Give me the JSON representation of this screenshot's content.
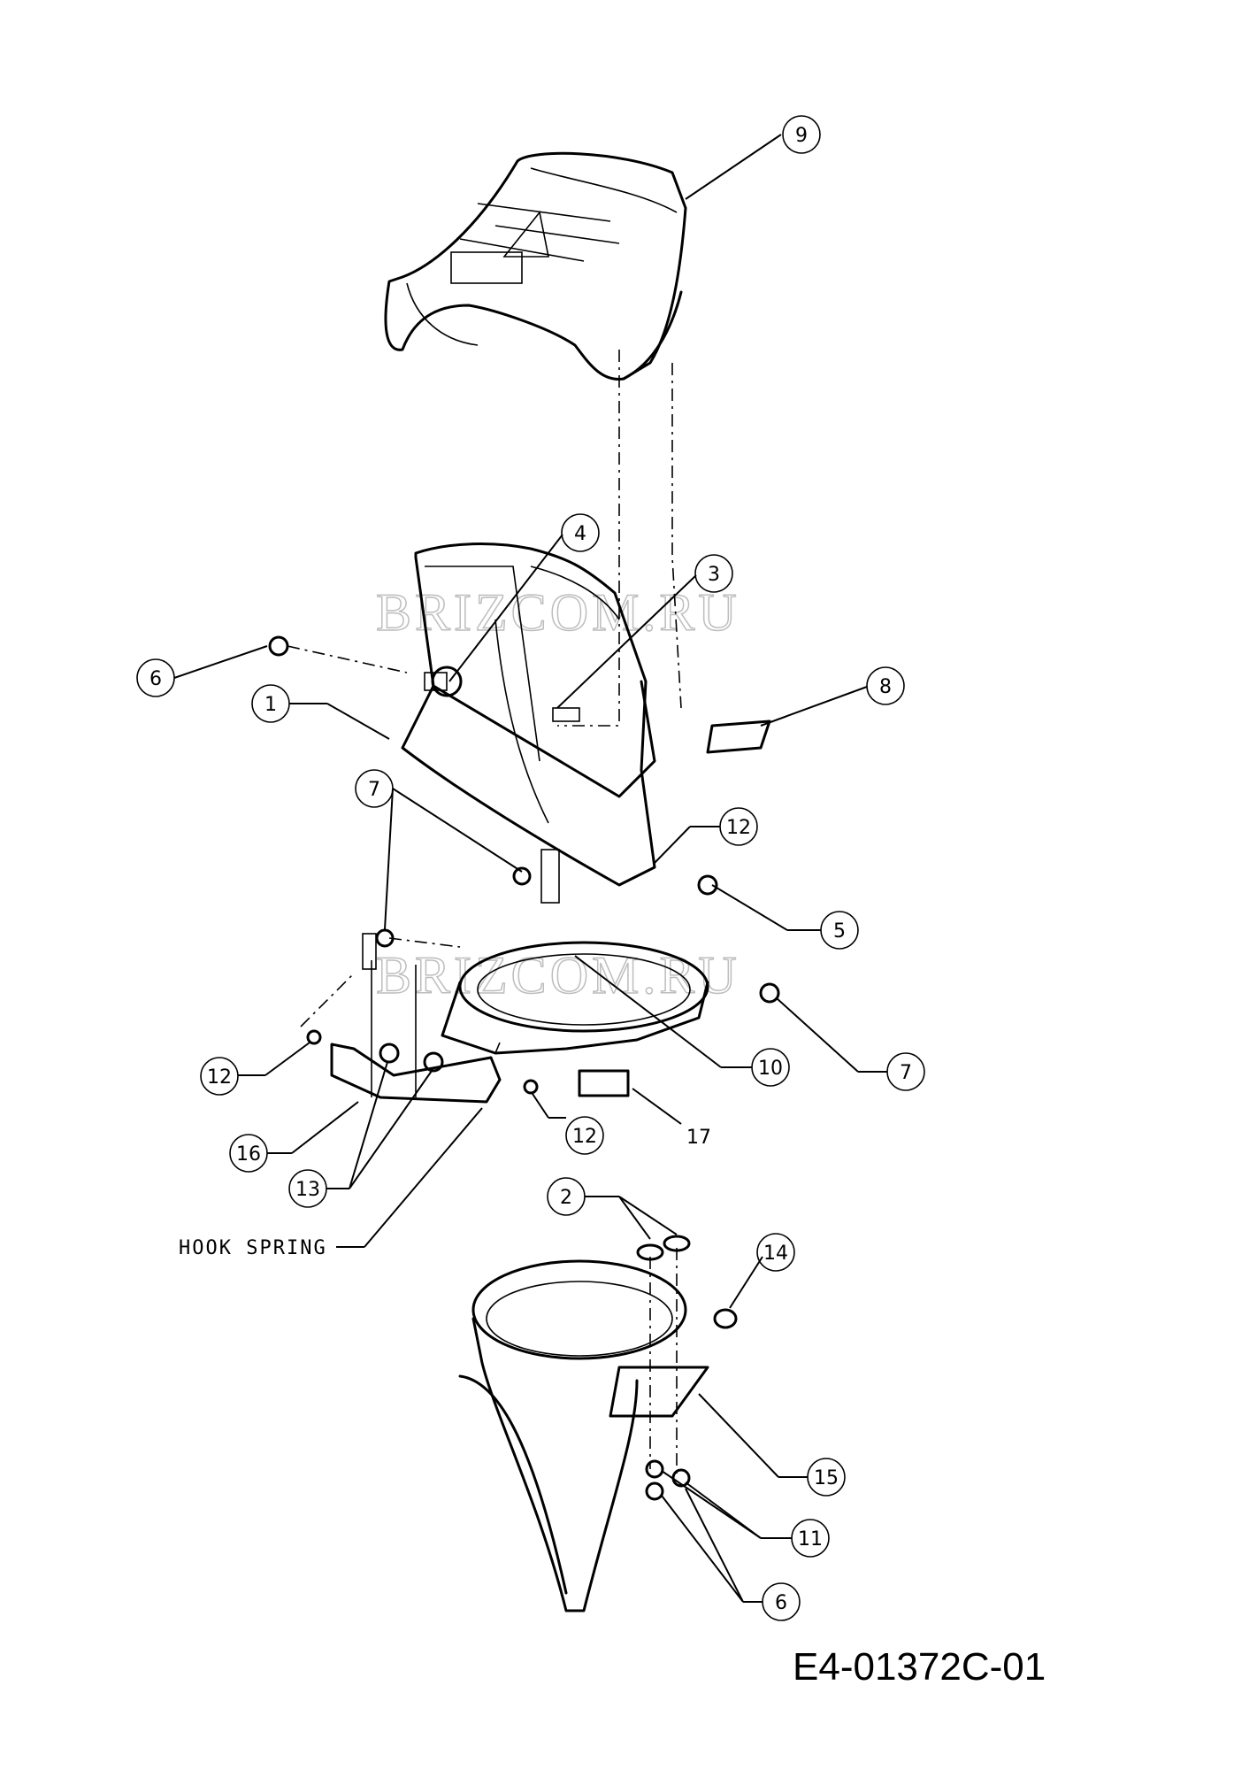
{
  "callouts": [
    {
      "id": "9",
      "label": "9"
    },
    {
      "id": "4",
      "label": "4"
    },
    {
      "id": "3",
      "label": "3"
    },
    {
      "id": "6a",
      "label": "6"
    },
    {
      "id": "1",
      "label": "1"
    },
    {
      "id": "8",
      "label": "8"
    },
    {
      "id": "7a",
      "label": "7"
    },
    {
      "id": "12a",
      "label": "12"
    },
    {
      "id": "5",
      "label": "5"
    },
    {
      "id": "12b",
      "label": "12"
    },
    {
      "id": "10",
      "label": "10"
    },
    {
      "id": "7b",
      "label": "7"
    },
    {
      "id": "16",
      "label": "16"
    },
    {
      "id": "12c",
      "label": "12"
    },
    {
      "id": "13",
      "label": "13"
    },
    {
      "id": "2",
      "label": "2"
    },
    {
      "id": "14",
      "label": "14"
    },
    {
      "id": "15",
      "label": "15"
    },
    {
      "id": "11",
      "label": "11"
    },
    {
      "id": "6b",
      "label": "6"
    }
  ],
  "plain_labels": {
    "part_17": "17",
    "hook_spring": "HOOK SPRING"
  },
  "drawing_code": "E4-01372C-01",
  "watermark": "BRIZCOM.RU"
}
